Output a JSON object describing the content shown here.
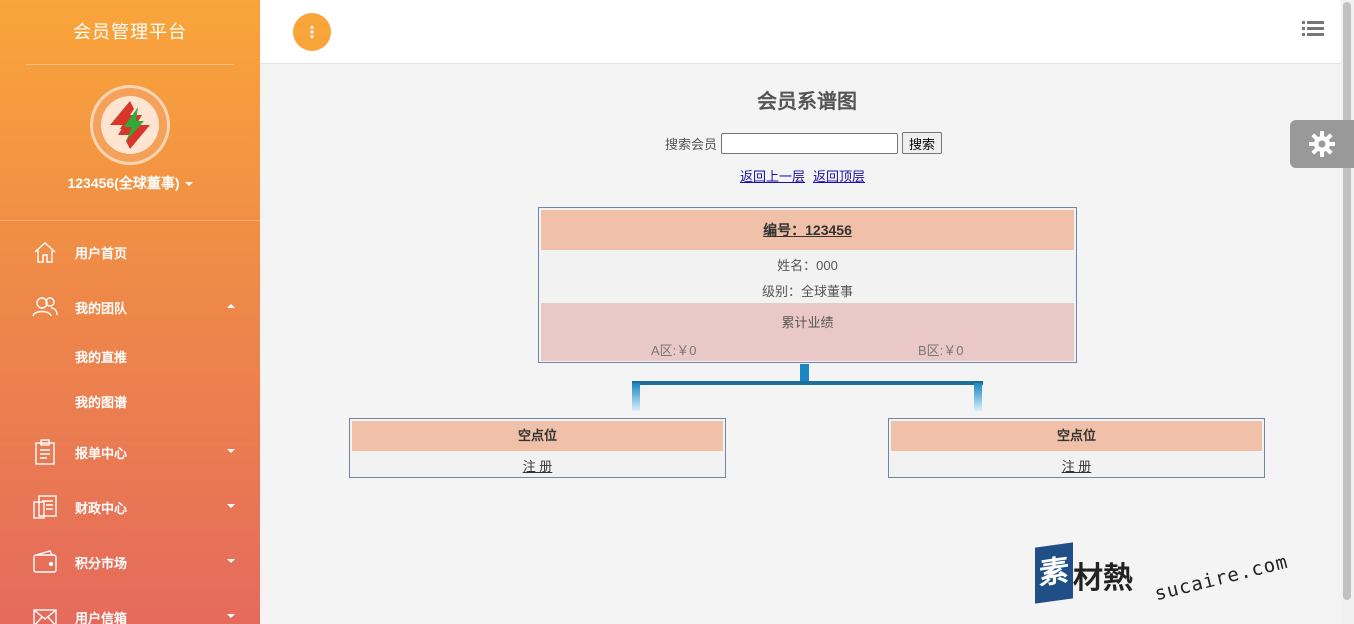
{
  "sidebar": {
    "brand": "会员管理平台",
    "username": "123456(全球董事)",
    "items": [
      {
        "label": "用户首页",
        "icon": "home-icon"
      },
      {
        "label": "我的团队",
        "icon": "team-icon"
      },
      {
        "label": "报单中心",
        "icon": "clipboard-icon"
      },
      {
        "label": "财政中心",
        "icon": "ledger-icon"
      },
      {
        "label": "积分市场",
        "icon": "wallet-icon"
      },
      {
        "label": "用户信箱",
        "icon": "mail-icon"
      }
    ],
    "sub_items": [
      {
        "label": "我的直推"
      },
      {
        "label": "我的图谱"
      }
    ]
  },
  "topbar": {
    "menu_icon": "more-vertical-icon",
    "list_icon": "list-icon"
  },
  "main": {
    "title": "会员系谱图",
    "search": {
      "label": "搜索会员",
      "value": "",
      "button": "搜索"
    },
    "links": {
      "up": "返回上一层",
      "top": "返回顶层"
    },
    "root": {
      "id_text": "编号：123456",
      "name_text": "姓名：000",
      "level_text": "级别：全球董事",
      "perf_title": "累计业绩",
      "zone_a": "A区:￥0",
      "zone_b": "B区:￥0"
    },
    "children": [
      {
        "head": "空点位",
        "register": "注 册"
      },
      {
        "head": "空点位",
        "register": "注 册"
      }
    ]
  },
  "settings_icon": "gear-icon",
  "watermark": {
    "box": "素",
    "cn": "材熱",
    "en": "sucaire.com"
  },
  "colors": {
    "sidebar_top": "#f9a53a",
    "sidebar_bottom": "#e56a5c",
    "card_head": "#f0c0a8",
    "card_perf": "#ebc8c8",
    "connector": "#1b86c2"
  }
}
